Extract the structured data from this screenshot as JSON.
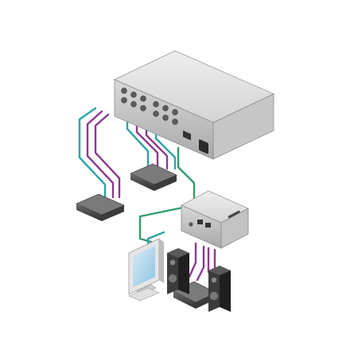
{
  "diagram": {
    "devices": [
      {
        "id": "main-unit",
        "kind": "rack unit",
        "label": ""
      },
      {
        "id": "remote-unit",
        "kind": "receiver",
        "label": ""
      },
      {
        "id": "source-a",
        "kind": "av source",
        "label": ""
      },
      {
        "id": "source-b",
        "kind": "av source",
        "label": ""
      },
      {
        "id": "player",
        "kind": "av source",
        "label": ""
      },
      {
        "id": "monitor",
        "kind": "display",
        "label": ""
      },
      {
        "id": "speaker-left",
        "kind": "speaker",
        "label": ""
      },
      {
        "id": "speaker-right",
        "kind": "speaker",
        "label": ""
      }
    ],
    "cable_colors": {
      "video": "#2ea3a8",
      "audio": "#8b3a8f",
      "data": "#2e9c6a"
    },
    "connections": [
      {
        "from": "source-a",
        "to": "main-unit",
        "type": "video"
      },
      {
        "from": "source-a",
        "to": "main-unit",
        "type": "audio"
      },
      {
        "from": "source-b",
        "to": "main-unit",
        "type": "video"
      },
      {
        "from": "source-b",
        "to": "main-unit",
        "type": "audio"
      },
      {
        "from": "main-unit",
        "to": "remote-unit",
        "type": "data"
      },
      {
        "from": "remote-unit",
        "to": "monitor",
        "type": "video"
      },
      {
        "from": "remote-unit",
        "to": "player",
        "type": "audio"
      },
      {
        "from": "player",
        "to": "speaker-left",
        "type": "audio"
      },
      {
        "from": "player",
        "to": "speaker-right",
        "type": "audio"
      }
    ]
  }
}
